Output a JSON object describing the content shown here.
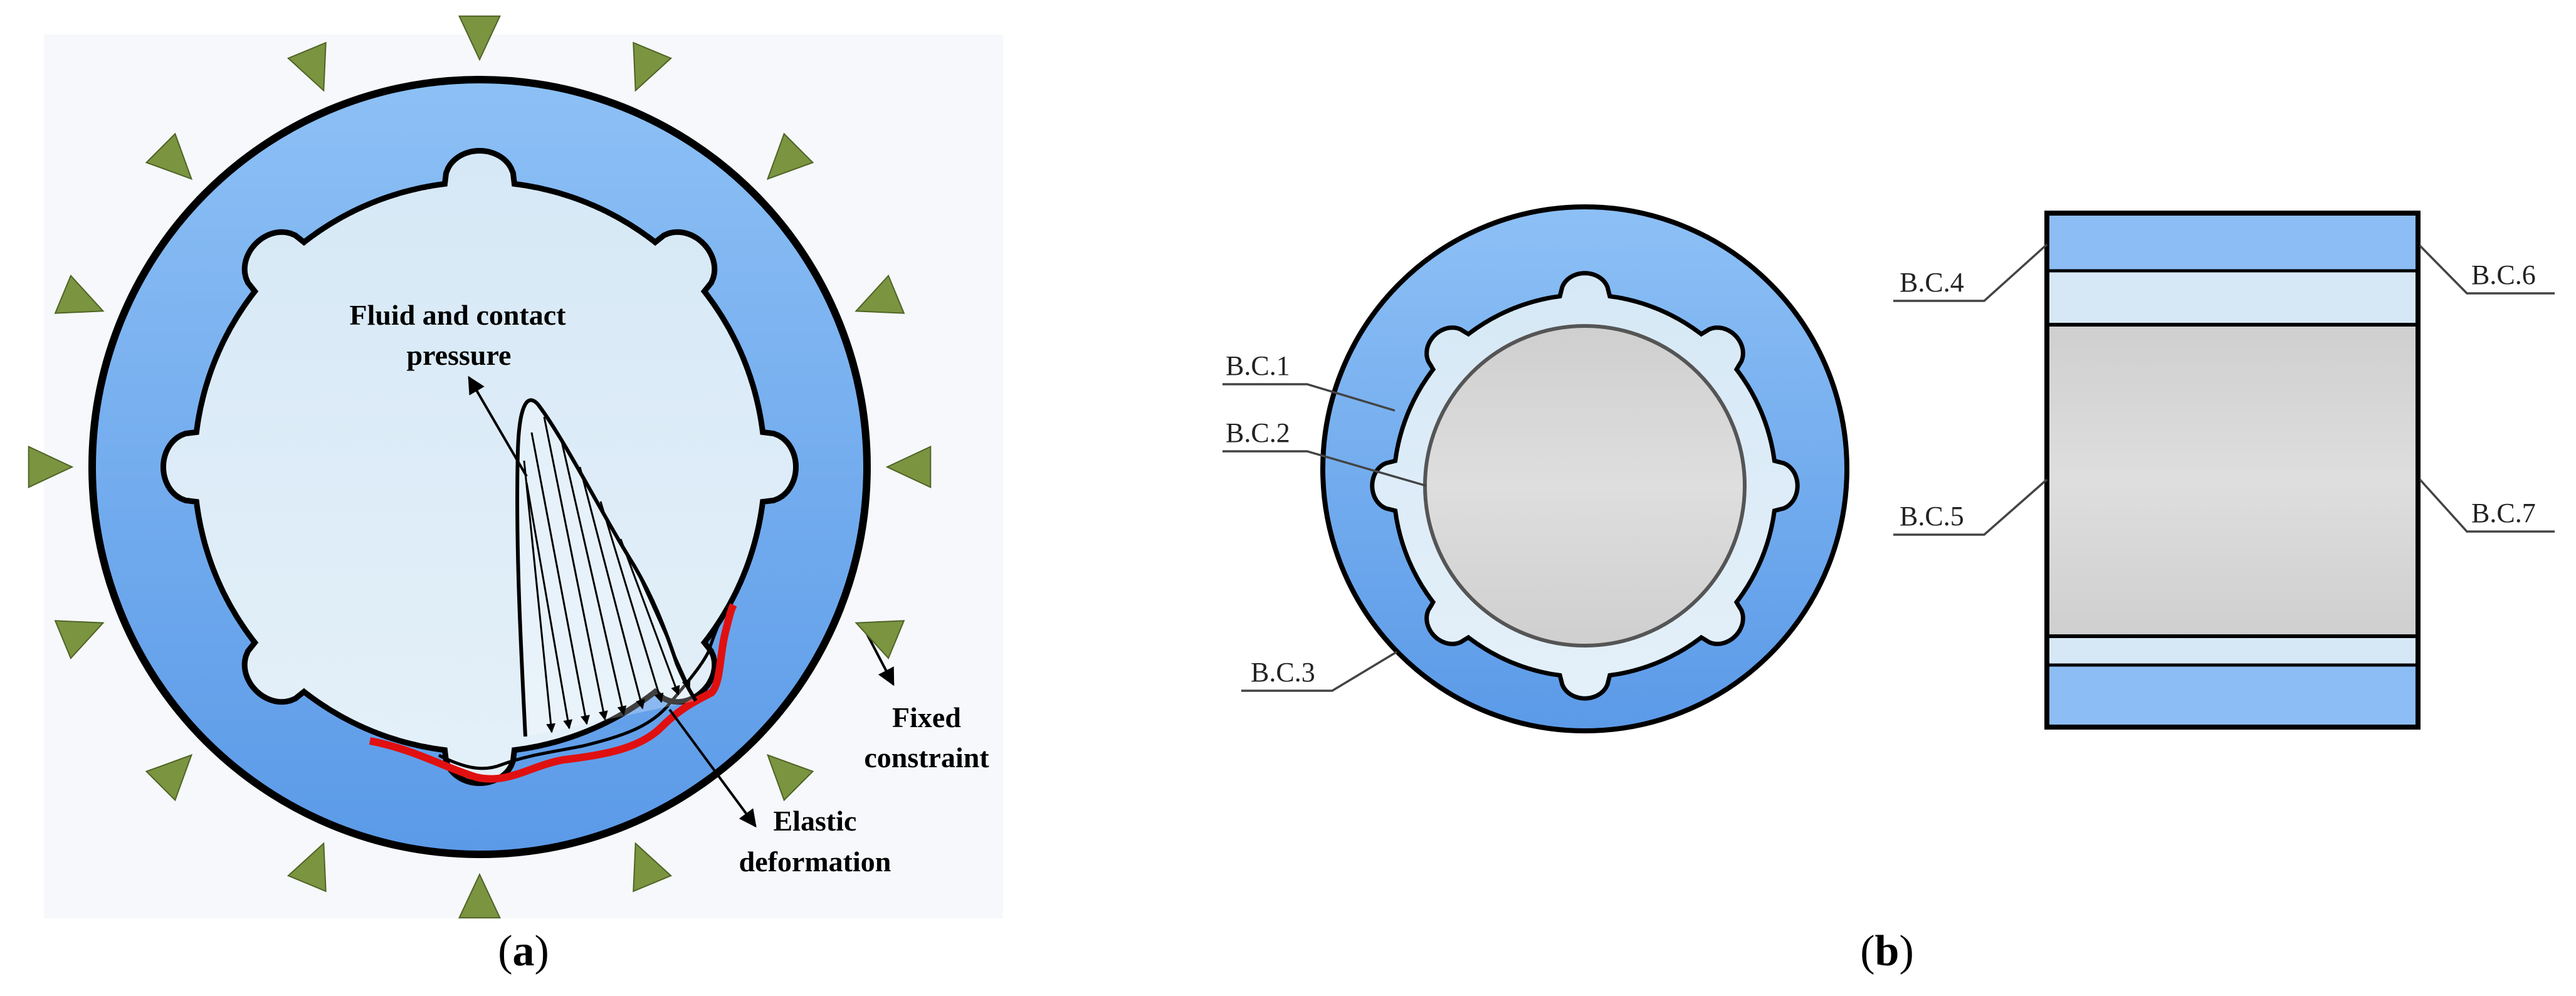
{
  "panel_a": {
    "caption_open": "(",
    "caption_letter": "a",
    "caption_close": ")",
    "label_pressure_line1": "Fluid and contact",
    "label_pressure_line2": "pressure",
    "label_fixed_line1": "Fixed",
    "label_fixed_line2": "constraint",
    "label_elastic_line1": "Elastic",
    "label_elastic_line2": "deformation"
  },
  "panel_b": {
    "caption_open": "(",
    "caption_letter": "b",
    "caption_close": ")",
    "bc1": "B.C.1",
    "bc2": "B.C.2",
    "bc3": "B.C.3",
    "bc4": "B.C.4",
    "bc5": "B.C.5",
    "bc6": "B.C.6",
    "bc7": "B.C.7"
  },
  "colors": {
    "sleeve_blue": "#6fa6ee",
    "liner_light": "#d8e9f6",
    "shaft_gray": "#d6d6d6",
    "constraint_green": "#7b9440",
    "deformation_red": "#e01010"
  }
}
